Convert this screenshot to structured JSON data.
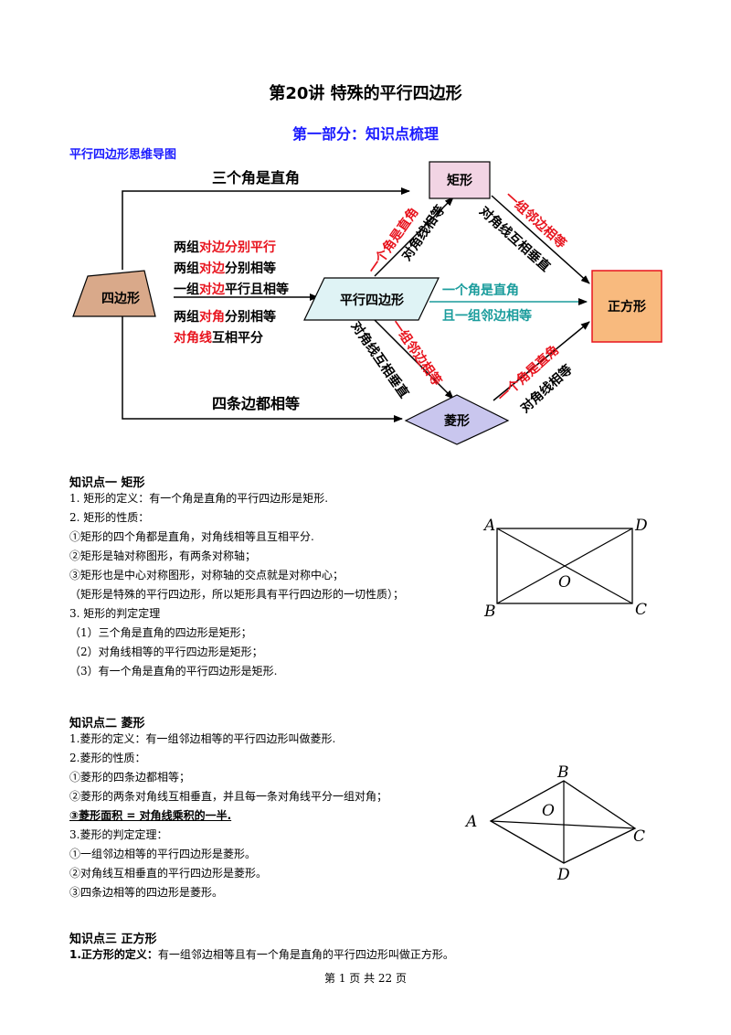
{
  "title": "第20讲  特殊的平行四边形",
  "part_heading": "第一部分：知识点梳理",
  "mindmap": {
    "title": "平行四边形思维导图",
    "sibianxing": "四边形",
    "pingxing": "平行四边形",
    "juxing": "矩形",
    "lingxing": "菱形",
    "zhengfang": "正方形",
    "top_edge": "三个角是直角",
    "bottom_edge": "四条边都相等",
    "cond1_a": "两组",
    "cond1_b": "对边分别平行",
    "cond2_a": "两组",
    "cond2_b": "对边",
    "cond2_c": "分别相等",
    "cond3_a": "一组",
    "cond3_b": "对边",
    "cond3_c": "平行且相等",
    "cond4_a": "两组",
    "cond4_b": "对角",
    "cond4_c": "分别相等",
    "cond5_a": "对角线",
    "cond5_b": "互相平分",
    "p2r_red": "一个角是直角",
    "p2r_black": "对角线相等",
    "r2s_red": "一组邻边相等",
    "r2s_black": "对角线互相垂直",
    "p2s_line1": "一个角是直角",
    "p2s_line2": "且一组邻边相等",
    "p2l_red": "一组邻边相等",
    "p2l_black": "对角线互相垂直",
    "l2s_red": "一个角是直角",
    "l2s_black": "对角线相等",
    "colors": {
      "red": "#e8141e",
      "teal": "#1a9c9c",
      "rect_fill": "#f2d4e4",
      "square_fill": "#f8ba7e",
      "quad_fill": "#d9a98a",
      "para_fill": "#dff3f5",
      "rhombus_fill": "#c9c6ee"
    }
  },
  "section1": {
    "heading": "知识点一  矩形",
    "lines": [
      "1. 矩形的定义：有一个角是直角的平行四边形是矩形.",
      "2. 矩形的性质：",
      "①矩形的四个角都是直角，对角线相等且互相平分.",
      "②矩形是轴对称图形，有两条对称轴；",
      "③矩形也是中心对称图形，对称轴的交点就是对称中心；",
      "（矩形是特殊的平行四边形，所以矩形具有平行四边形的一切性质）；",
      "3. 矩形的判定定理",
      "（1）三个角是直角的四边形是矩形；",
      "（2）对角线相等的平行四边形是矩形；",
      "（3）有一个角是直角的平行四边形是矩形."
    ],
    "fig": {
      "A": "A",
      "B": "B",
      "C": "C",
      "D": "D",
      "O": "O"
    }
  },
  "section2": {
    "heading": "知识点二  菱形",
    "lines": [
      "1.菱形的定义：有一组邻边相等的平行四边形叫做菱形.",
      "2.菱形的性质：",
      "①菱形的四条边都相等；",
      "②菱形的两条对角线互相垂直，并且每一条对角线平分一组对角；"
    ],
    "area_line": "③菱形面积  =  对角线乘积的一半.",
    "lines2": [
      "3.菱形的判定定理：",
      "①一组邻边相等的平行四边形是菱形。",
      "②对角线互相垂直的平行四边形是菱形。",
      "③四条边相等的四边形是菱形。"
    ],
    "fig": {
      "A": "A",
      "B": "B",
      "C": "C",
      "D": "D",
      "O": "O"
    }
  },
  "section3": {
    "heading": "知识点三  正方形",
    "def_bold": "1.正方形的定义：",
    "def_rest": "有一组邻边相等且有一个角是直角的平行四边形叫做正方形。"
  },
  "footer": "第 1 页    共 22 页"
}
